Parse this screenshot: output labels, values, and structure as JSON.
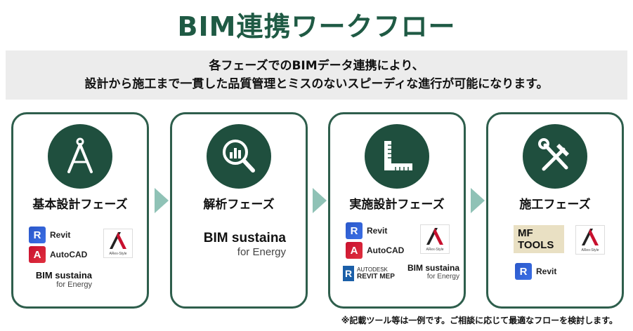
{
  "title": "BIM連携ワークフロー",
  "subtitle": {
    "line1": "各フェーズでのBIMデータ連携により、",
    "line2": "設計から施工まで一貫した品質管理とミスのないスピーディな進行が可能になります。"
  },
  "phases": [
    {
      "name": "基本設計フェーズ",
      "icon": "drafting-compass-icon",
      "tools": {
        "revit": "Revit",
        "autocad": "AutoCAD",
        "arex": "ARex-Style",
        "bim_main": "BIM sustaina",
        "bim_sub": "for Energy"
      }
    },
    {
      "name": "解析フェーズ",
      "icon": "magnifier-chart-icon",
      "tools": {
        "bim_main": "BIM sustaina",
        "bim_sub": "for Energy"
      }
    },
    {
      "name": "実施設計フェーズ",
      "icon": "ruler-square-icon",
      "tools": {
        "revit": "Revit",
        "autocad": "AutoCAD",
        "arex": "ARex-Style",
        "autodesk": "AUTODESK",
        "revit_mep": "REVIT MEP",
        "bim_main": "BIM sustaina",
        "bim_sub": "for Energy"
      }
    },
    {
      "name": "施工フェーズ",
      "icon": "wrench-hammer-icon",
      "tools": {
        "mf_line1": "MF",
        "mf_line2": "TOOLS",
        "arex": "ARex-Style",
        "revit": "Revit"
      }
    }
  ],
  "footnote": "※記載ツール等は一例です。ご相談に応じて最適なフローを検討します。",
  "colors": {
    "title": "#1f5a44",
    "card_border": "#2e5e4c",
    "icon_circle": "#1f4f3e",
    "arrow": "#8fc2b6",
    "band": "#ececec"
  }
}
